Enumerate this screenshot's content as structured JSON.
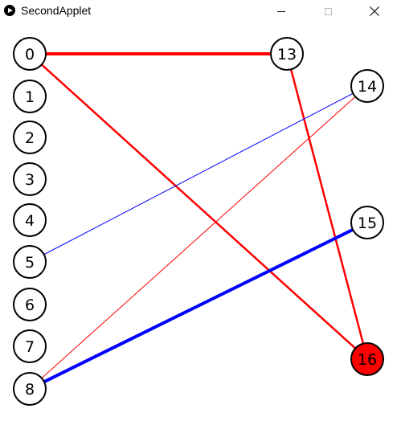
{
  "window": {
    "title": "SecondApplet",
    "minimize_icon": "minimize-icon",
    "maximize_icon": "maximize-icon",
    "close_icon": "close-icon"
  },
  "colors": {
    "red": "#ff0000",
    "blue": "#0000ff",
    "node_fill": "#ffffff",
    "node_stroke": "#000000",
    "highlight_fill": "#ff0000"
  },
  "graph": {
    "nodes": [
      {
        "id": "0",
        "label": "0"
      },
      {
        "id": "1",
        "label": "1"
      },
      {
        "id": "2",
        "label": "2"
      },
      {
        "id": "3",
        "label": "3"
      },
      {
        "id": "4",
        "label": "4"
      },
      {
        "id": "5",
        "label": "5"
      },
      {
        "id": "6",
        "label": "6"
      },
      {
        "id": "7",
        "label": "7"
      },
      {
        "id": "8",
        "label": "8"
      },
      {
        "id": "13",
        "label": "13"
      },
      {
        "id": "14",
        "label": "14"
      },
      {
        "id": "15",
        "label": "15"
      },
      {
        "id": "16",
        "label": "16",
        "highlighted": true
      }
    ],
    "edges": [
      {
        "from": "0",
        "to": "13",
        "color": "red",
        "weight": "thick"
      },
      {
        "from": "13",
        "to": "16",
        "color": "red",
        "weight": "medium"
      },
      {
        "from": "0",
        "to": "16",
        "color": "red",
        "weight": "medium"
      },
      {
        "from": "5",
        "to": "14",
        "color": "blue",
        "weight": "thin"
      },
      {
        "from": "8",
        "to": "14",
        "color": "red",
        "weight": "thin"
      },
      {
        "from": "8",
        "to": "15",
        "color": "blue",
        "weight": "thick"
      }
    ]
  }
}
